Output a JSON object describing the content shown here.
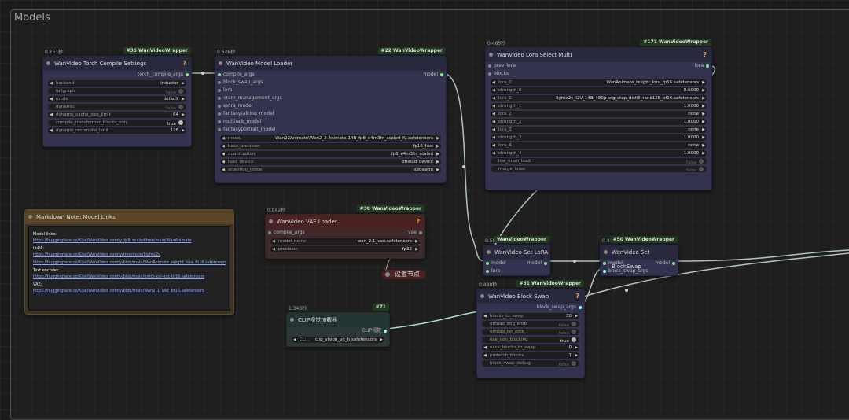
{
  "group": {
    "title": "Models"
  },
  "nodes": {
    "compile": {
      "timing": "0.151秒",
      "badge": "#35 WanVideoWrapper",
      "title": "WanVideo Torch Compile Settings",
      "output": "torch_compile_args",
      "widgets": [
        {
          "label": "backend",
          "value": "inductor"
        },
        {
          "label": "fullgraph",
          "value": "false"
        },
        {
          "label": "mode",
          "value": "default"
        },
        {
          "label": "dynamic",
          "value": "false"
        },
        {
          "label": "dynamo_cache_size_limit",
          "value": "64"
        },
        {
          "label": "compile_transformer_blocks_only",
          "value": "true"
        },
        {
          "label": "dynamo_recompile_limit",
          "value": "128"
        }
      ]
    },
    "model_loader": {
      "timing": "0.626秒",
      "badge": "#22 WanVideoWrapper",
      "title": "WanVideo Model Loader",
      "inputs": [
        "compile_args",
        "block_swap_args",
        "lora",
        "vram_management_args",
        "extra_model",
        "fantasytalking_model",
        "multitalk_model",
        "fantasyportrait_model"
      ],
      "output": "model",
      "widgets": [
        {
          "label": "model",
          "value": "Wan22Animate\\Wan2_2-Animate-14B_fp8_e4m3fn_scaled_KJ.safetensors"
        },
        {
          "label": "base_precision",
          "value": "fp16_fast"
        },
        {
          "label": "quantization",
          "value": "fp8_e4m3fn_scaled"
        },
        {
          "label": "load_device",
          "value": "offload_device"
        },
        {
          "label": "attention_mode",
          "value": "sageattn"
        }
      ]
    },
    "lora_multi": {
      "timing": "0.465秒",
      "badge": "#171 WanVideoWrapper",
      "title": "WanVideo Lora Select Multi",
      "inputs": [
        "prev_lora",
        "blocks"
      ],
      "output": "lora",
      "widgets": [
        {
          "label": "lora_0",
          "value": "WanAnimate_relight_lora_fp16.safetensors"
        },
        {
          "label": "strength_0",
          "value": "0.6000"
        },
        {
          "label": "lora_1",
          "value": "lightx2v_I2V_14B_480p_cfg_step_distill_rank128_bf16.safetensors"
        },
        {
          "label": "strength_1",
          "value": "1.0000"
        },
        {
          "label": "lora_2",
          "value": "none"
        },
        {
          "label": "strength_2",
          "value": "1.0000"
        },
        {
          "label": "lora_3",
          "value": "none"
        },
        {
          "label": "strength_3",
          "value": "1.0000"
        },
        {
          "label": "lora_4",
          "value": "none"
        },
        {
          "label": "strength_4",
          "value": "1.0000"
        },
        {
          "label": "low_mem_load",
          "value": "false"
        },
        {
          "label": "merge_loras",
          "value": "false"
        }
      ]
    },
    "markdown": {
      "title": "Markdown Note: Model Links",
      "sections": [
        {
          "head": "Model links:",
          "link": "https://huggingface.co/Kijai/WanVideo_comfy_fp8_scaled/tree/main/WanAnimate"
        },
        {
          "head": "LoRA:",
          "link": "https://huggingface.co/Kijai/WanVideo_comfy/tree/main/Lightx2v"
        },
        {
          "head": "",
          "link": "https://huggingface.co/Kijai/WanVideo_comfy/blob/main/WanAnimate_relight_lora_fp16.safetensors"
        },
        {
          "head": "Text encoder:",
          "link": "https://huggingface.co/Kijai/WanVideo_comfy/blob/main/umt5-xxl-enc-bf16.safetensors"
        },
        {
          "head": "VAE:",
          "link": "https://huggingface.co/Kijai/WanVideo_comfy/blob/main/Wan2_1_VAE_bf16.safetensors"
        }
      ]
    },
    "vae": {
      "timing": "0.842秒",
      "badge": "#38 WanVideoWrapper",
      "title": "WanVideo VAE Loader",
      "inputs": [
        "compile_args"
      ],
      "output": "vae",
      "widgets": [
        {
          "label": "model_name",
          "value": "wan_2.1_vae.safetensors"
        },
        {
          "label": "precision",
          "value": "fp32"
        }
      ]
    },
    "reroute": {
      "label": "设置节点"
    },
    "clip": {
      "timing": "1.343秒",
      "badge": "#71",
      "title": "CLIP视觉加载器",
      "output": "CLIP视觉",
      "widgets": [
        {
          "label": "CL...",
          "value": "clip_vision_vit_h.safetensors"
        }
      ]
    },
    "set_lora": {
      "timing": "0.555秒",
      "badge": "WanVideoWrapper",
      "title": "WanVideo Set LoRA",
      "inputs": [
        "model",
        "lora"
      ],
      "output": "model"
    },
    "set_blockswap": {
      "timing": "0.444秒",
      "badge": "#50 WanVideoWrapper",
      "title": "WanVideo Set BlockSwap",
      "inputs": [
        "model",
        "block_swap_args"
      ],
      "output": "model"
    },
    "block_swap": {
      "timing": "0.488秒",
      "badge": "#51 WanVideoWrapper",
      "title": "WanVideo Block Swap",
      "output": "block_swap_args",
      "widgets": [
        {
          "label": "blocks_to_swap",
          "value": "30"
        },
        {
          "label": "offload_img_emb",
          "value": "false"
        },
        {
          "label": "offload_txt_emb",
          "value": "false"
        },
        {
          "label": "use_non_blocking",
          "value": "true"
        },
        {
          "label": "vace_blocks_to_swap",
          "value": "0"
        },
        {
          "label": "prefetch_blocks",
          "value": "1"
        },
        {
          "label": "block_swap_debug",
          "value": "false"
        }
      ]
    }
  }
}
